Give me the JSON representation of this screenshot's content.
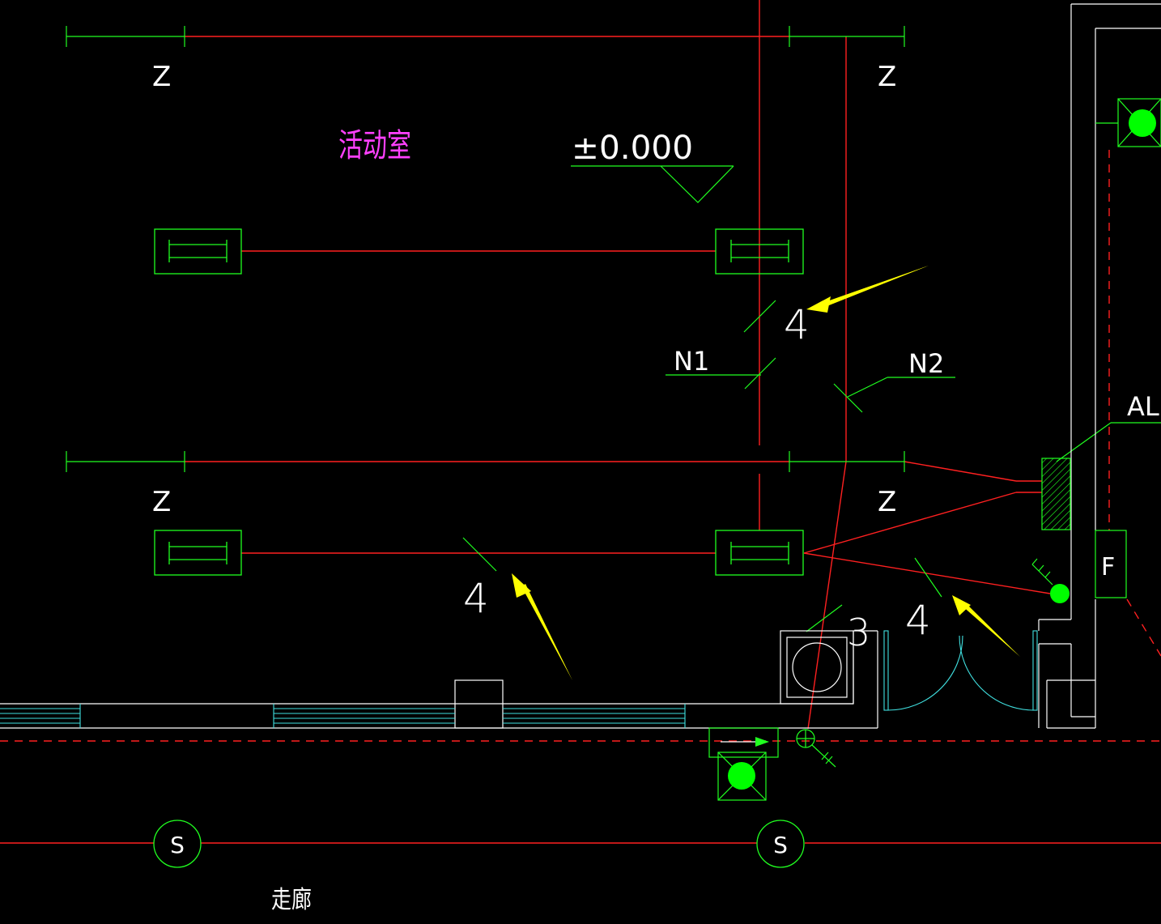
{
  "labels": {
    "room_activity": "活动室",
    "corridor": "走廊",
    "elevation": "±0.000",
    "z_marks": [
      "Z",
      "Z",
      "Z",
      "Z"
    ],
    "circuit_n1": "N1",
    "circuit_n2": "N2",
    "panel_al": "AL",
    "fire_box": "F",
    "count_top": "4",
    "count_left": "4",
    "count_right": "4",
    "count_three": "3",
    "socket_s": [
      "S",
      "S"
    ]
  },
  "colors": {
    "background": "#000000",
    "wire": "#ff2020",
    "fixture": "#20ff20",
    "wall": "#ffffff",
    "window": "#40e0e0",
    "room_text": "#ff40ff",
    "arrow": "#ffff00",
    "marker": "#00ff00"
  }
}
